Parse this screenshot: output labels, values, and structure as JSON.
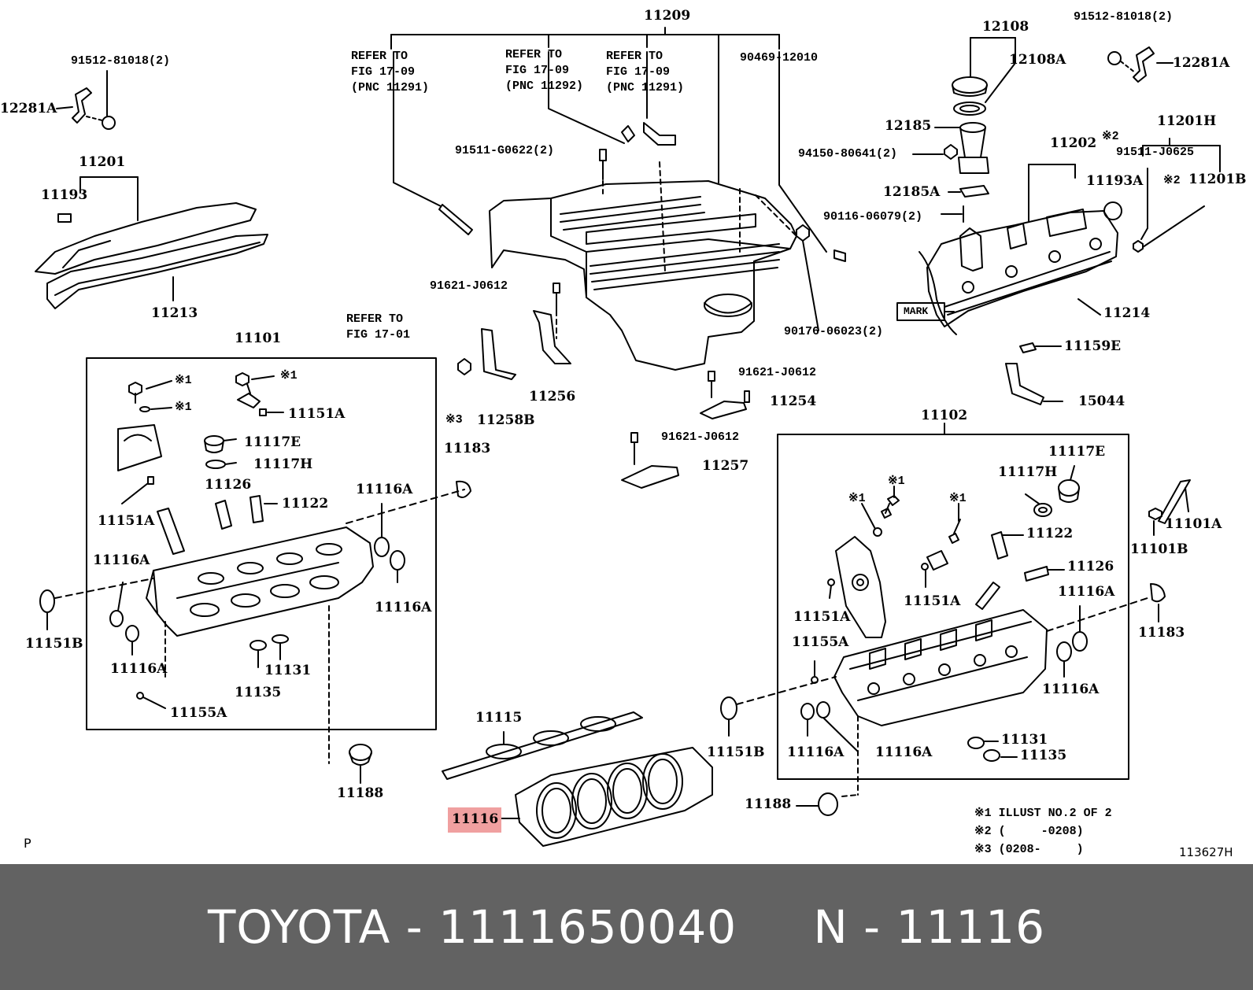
{
  "diagram": {
    "callouts": {
      "c_11209": "11209",
      "c_11201": "11201",
      "c_11193": "11193",
      "c_11213": "11213",
      "c_12281a_l": "12281A",
      "c_91512_l": "91512-81018(2)",
      "c_91512_r": "91512-81018(2)",
      "c_12281a_r": "12281A",
      "c_12108": "12108",
      "c_12108a": "12108A",
      "c_12185": "12185",
      "c_12185a": "12185A",
      "c_94150": "94150-80641(2)",
      "c_90116": "90116-06079(2)",
      "c_11202": "11202",
      "c_11201h": "11201H",
      "c_x2a": "※2",
      "c_91511j": "91511-J0625",
      "c_11193a": "11193A",
      "c_x2b": "※2",
      "c_11201b": "11201B",
      "c_90469": "90469-12010",
      "c_91511g": "91511-G0622(2)",
      "c_91621_a": "91621-J0612",
      "c_90176": "90176-06023(2)",
      "c_mark": "MARK",
      "c_11214": "11214",
      "c_11159e": "11159E",
      "c_15044": "15044",
      "c_91621_b": "91621-J0612",
      "c_11254": "11254",
      "c_91621_c": "91621-J0612",
      "c_11257": "11257",
      "c_11256": "11256",
      "c_x3": "※3",
      "c_11258b": "11258B",
      "c_11101": "11101",
      "c_l_x1a": "※1",
      "c_l_x1b": "※1",
      "c_l_x1c": "※1",
      "c_l_11151a_a": "11151A",
      "c_l_11117e": "11117E",
      "c_l_11117h": "11117H",
      "c_l_11126": "11126",
      "c_l_11122": "11122",
      "c_l_11151a_b": "11151A",
      "c_l_11116a_a": "11116A",
      "c_l_11116a_b": "11116A",
      "c_l_11116a_c": "11116A",
      "c_l_11116a_d": "11116A",
      "c_l_11151b": "11151B",
      "c_l_11131": "11131",
      "c_l_11135": "11135",
      "c_l_11155a": "11155A",
      "c_11183_l": "11183",
      "c_11115": "11115",
      "c_11188_l": "11188",
      "c_11116": "11116",
      "c_11102": "11102",
      "c_r_11117e": "11117E",
      "c_r_11117h": "11117H",
      "c_r_x1a": "※1",
      "c_r_x1b": "※1",
      "c_r_x1c": "※1",
      "c_r_11122": "11122",
      "c_r_11126": "11126",
      "c_r_11151a_a": "11151A",
      "c_r_11151a_b": "11151A",
      "c_r_11155a": "11155A",
      "c_r_11116a_a": "11116A",
      "c_r_11116a_b": "11116A",
      "c_r_11116a_c": "11116A",
      "c_r_11116a_d": "11116A",
      "c_r_11131": "11131",
      "c_r_11135": "11135",
      "c_11101a": "11101A",
      "c_11101b": "11101B",
      "c_11183_r": "11183",
      "c_11151b_r": "11151B",
      "c_11188_r": "11188",
      "c_p": "P",
      "c_code": "113627H"
    },
    "refer_notes": {
      "ref1": "REFER TO\nFIG 17-09\n(PNC 11291)",
      "ref2": "REFER TO\nFIG 17-09\n(PNC 11292)",
      "ref3": "REFER TO\nFIG 17-09\n(PNC 11291)",
      "ref4": "REFER TO\nFIG 17-01"
    },
    "notes": {
      "n1": "※1 ILLUST NO.2 OF 2",
      "n2": "※2 (     -0208)",
      "n3": "※3 (0208-     )"
    },
    "highlight_color": "#f0a0a0"
  },
  "footer": {
    "text": "TOYOTA - 1111650040     N - 11116",
    "background": "#626262",
    "color": "#ffffff"
  }
}
